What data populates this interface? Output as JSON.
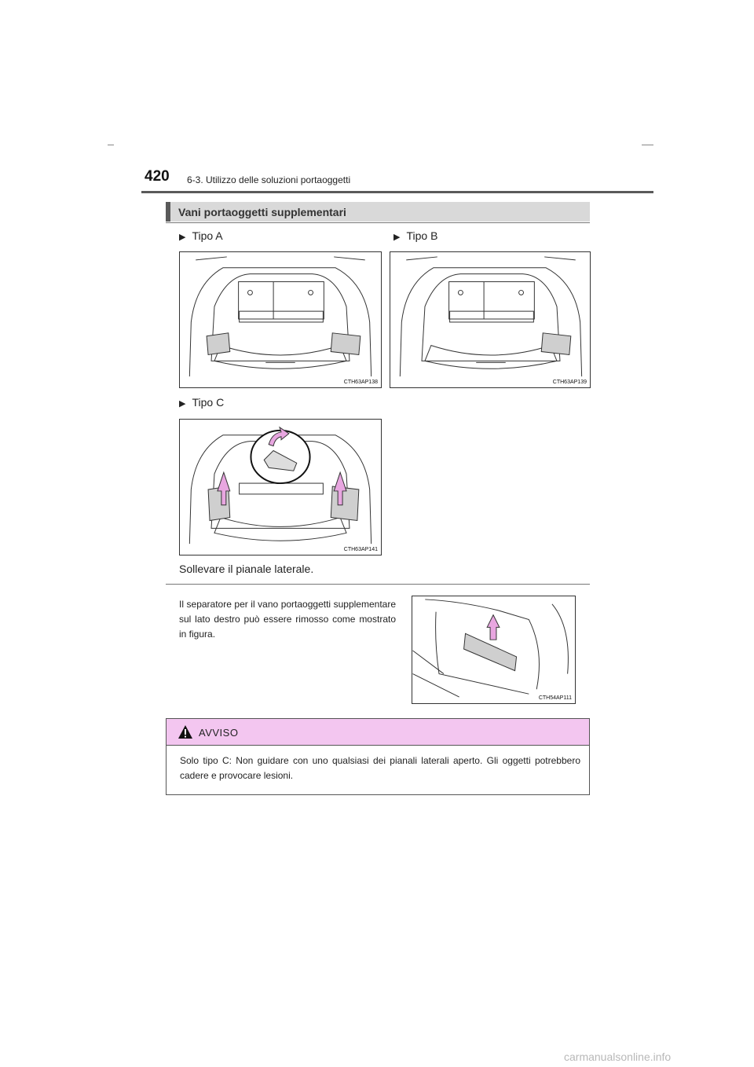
{
  "header": {
    "page_number": "420",
    "chapter": "6-3. Utilizzo delle soluzioni portaoggetti"
  },
  "section": {
    "title": "Vani portaoggetti supplementari"
  },
  "figures": {
    "type_a": {
      "label": "Tipo A",
      "code": "CTH63AP138"
    },
    "type_b": {
      "label": "Tipo B",
      "code": "CTH63AP139"
    },
    "type_c": {
      "label": "Tipo C",
      "code": "CTH63AP141"
    },
    "divider": {
      "code": "CTH54AP111"
    }
  },
  "caption": "Sollevare il pianale laterale.",
  "paragraph": "Il separatore per il vano portaoggetti supplementare sul lato destro può essere rimosso come mostrato in figura.",
  "warning": {
    "title": "AVVISO",
    "text": "Solo tipo C: Non guidare con uno qualsiasi dei pianali laterali aperto. Gli oggetti potrebbero cadere e provocare lesioni."
  },
  "watermark": "carmanualsonline.info",
  "colors": {
    "warning_header": "#f3c6f0",
    "arrow_fill": "#e8a6e0",
    "section_bar": "#d9d9d9"
  }
}
